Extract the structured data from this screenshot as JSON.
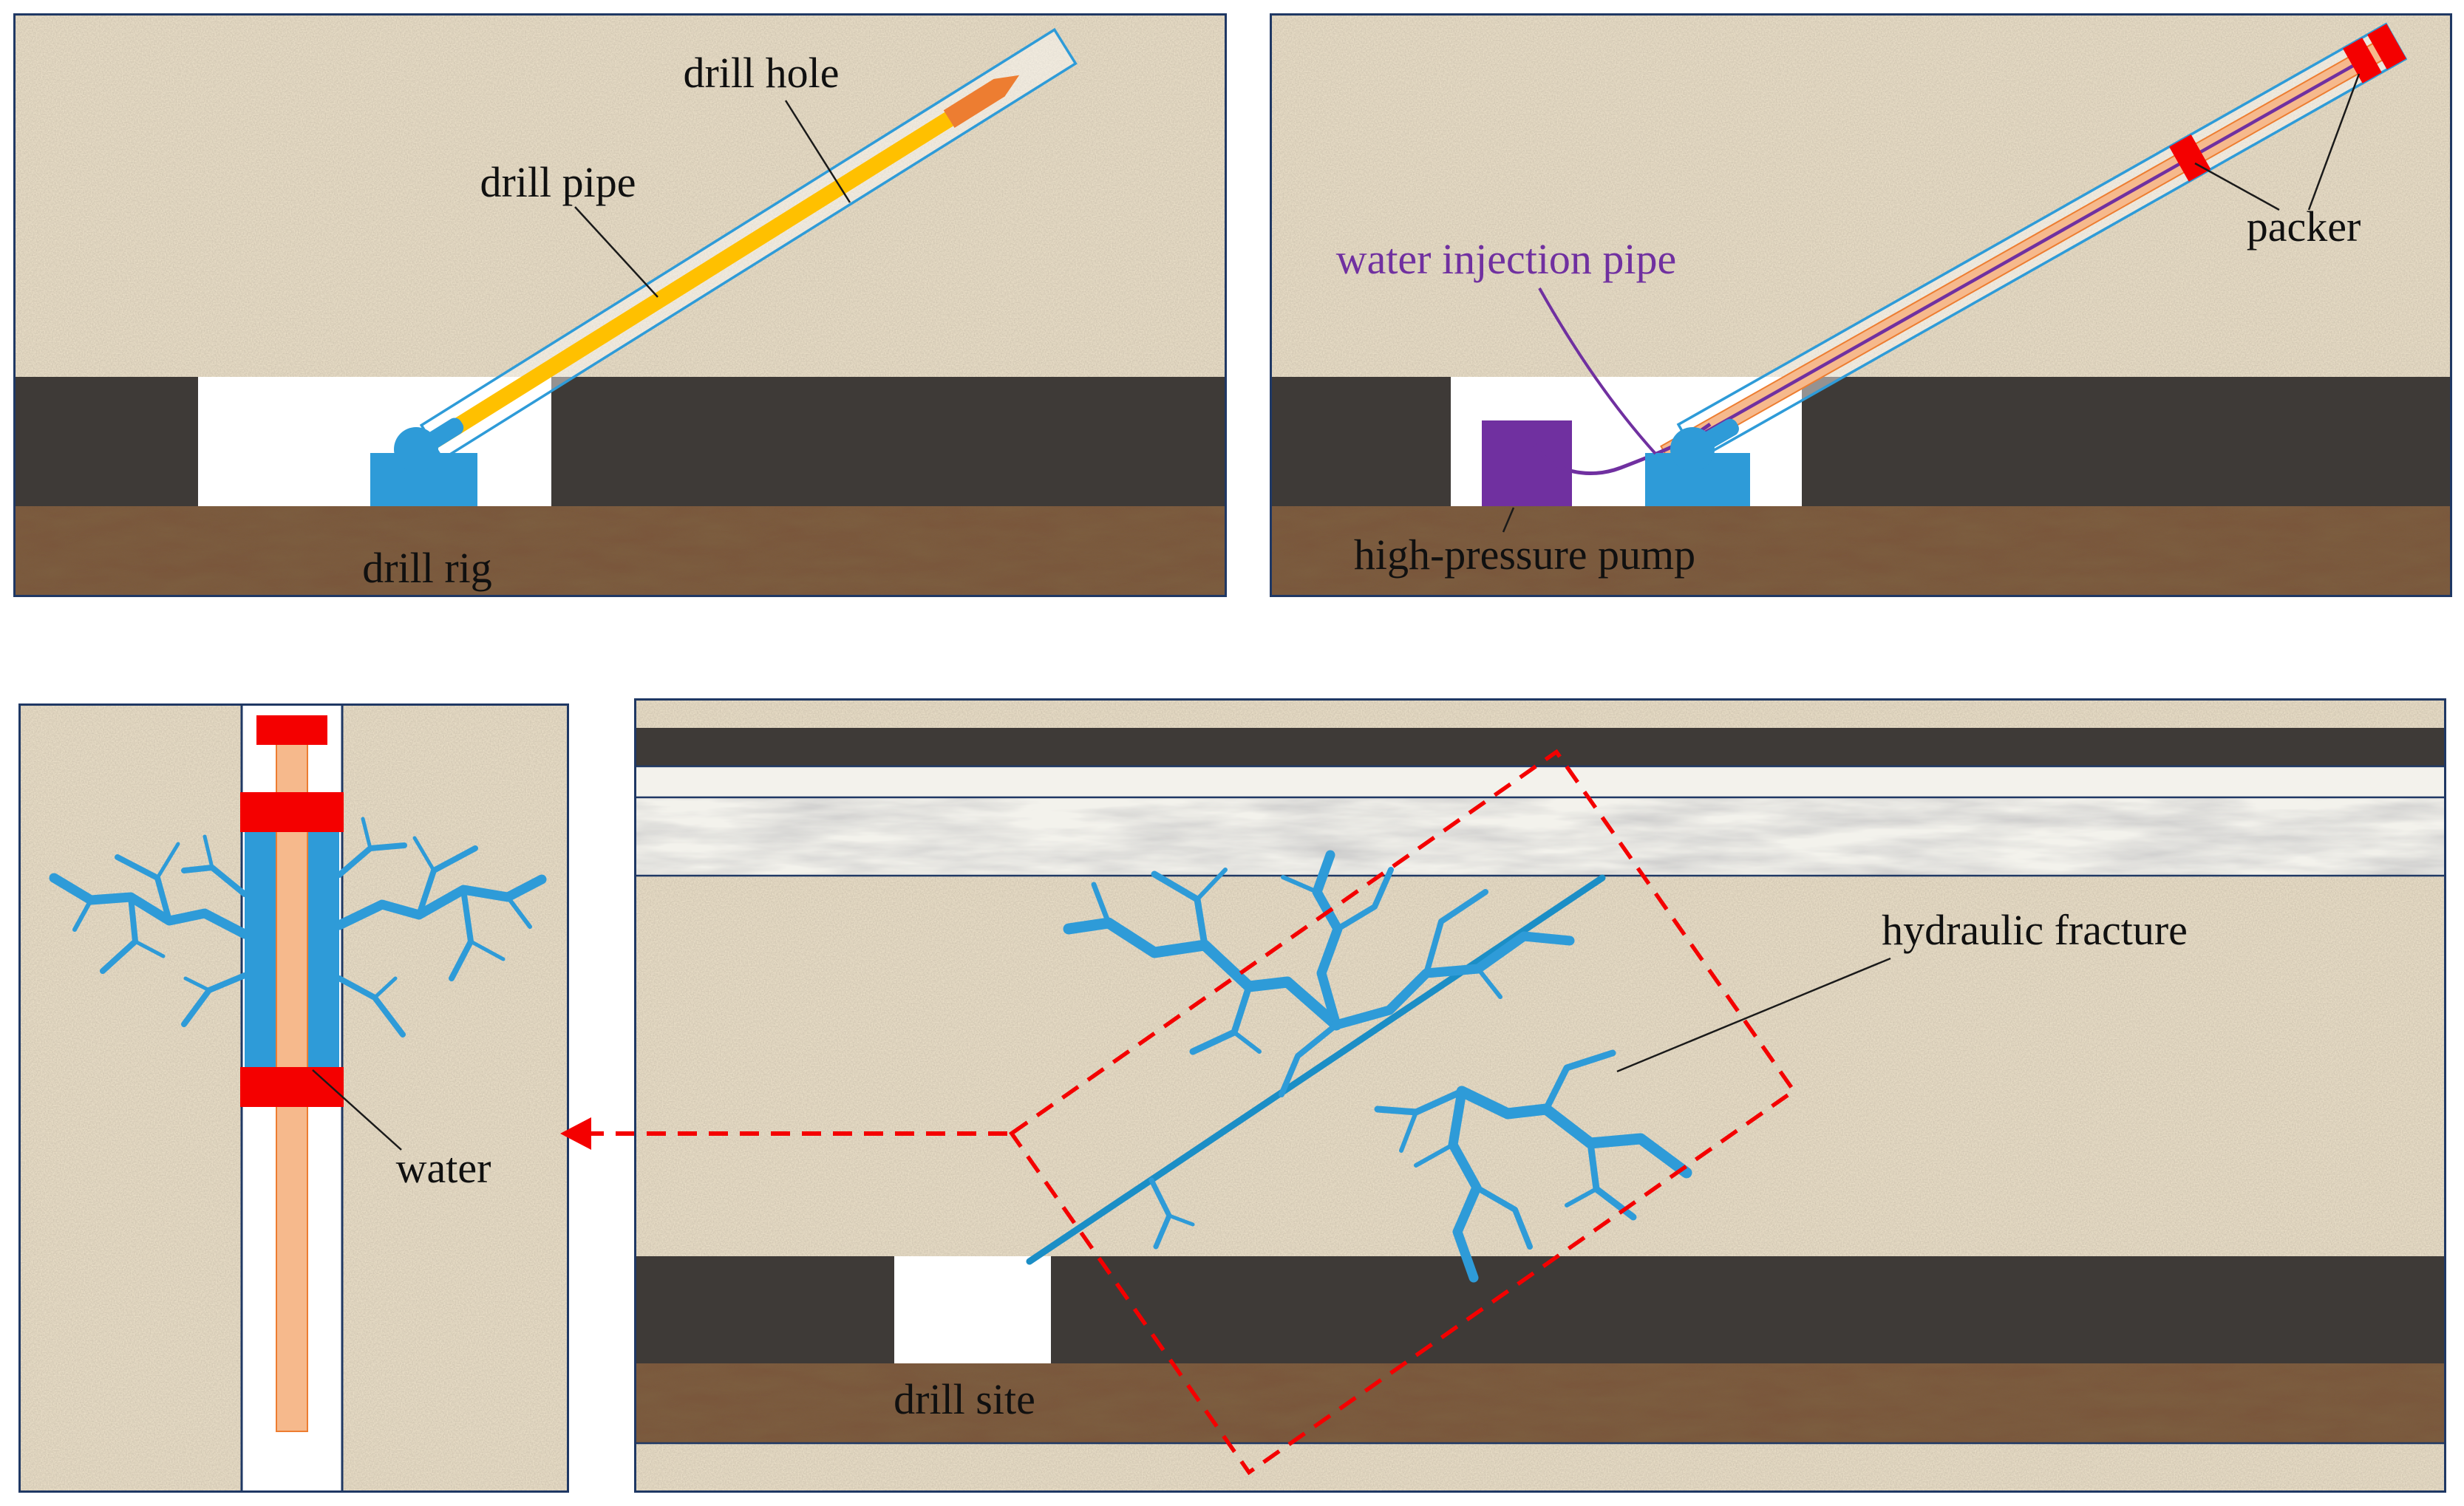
{
  "panels": {
    "drilling": {
      "labels": {
        "drill_hole": "drill hole",
        "drill_pipe": "drill pipe",
        "drill_rig": "drill rig"
      }
    },
    "injection": {
      "labels": {
        "water_injection_pipe": "water injection pipe",
        "packer": "packer",
        "high_pressure_pump": "high-pressure pump"
      }
    },
    "packer_detail": {
      "labels": {
        "water": "water"
      }
    },
    "fracturing": {
      "labels": {
        "hydraulic_fracture": "hydraulic fracture",
        "drill_site": "drill site"
      }
    }
  },
  "colors": {
    "rock_tan": "#e9dec7",
    "coal_dark": "#3e3a37",
    "soil_brown": "#7a573c",
    "marble_light": "#f3f2ec",
    "border_navy": "#1f3864",
    "water_blue": "#2e9bd8",
    "borehole_blue": "#1b8ec6",
    "pipe_yellow": "#ffc000",
    "bit_orange": "#ed7d31",
    "pipe_salmon": "#f6b98c",
    "pump_purple": "#7030a0",
    "packer_red": "#f40000"
  }
}
